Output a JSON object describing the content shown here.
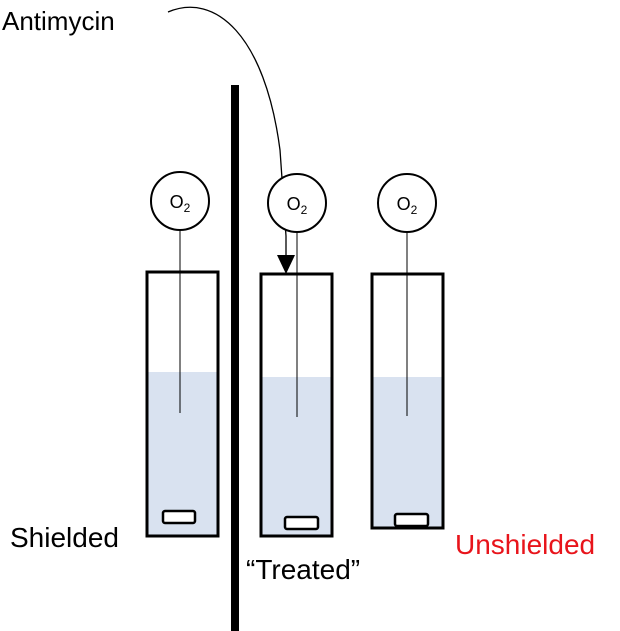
{
  "labels": {
    "antimycin": "Antimycin",
    "shielded": "Shielded",
    "treated": "“Treated”",
    "unshielded": "Unshielded"
  },
  "sensor": {
    "element": "O",
    "subscript": "2"
  },
  "colors": {
    "text": "#000000",
    "unshielded_label": "#e8141b",
    "liquid": "#d9e2f0",
    "outline": "#000000"
  }
}
